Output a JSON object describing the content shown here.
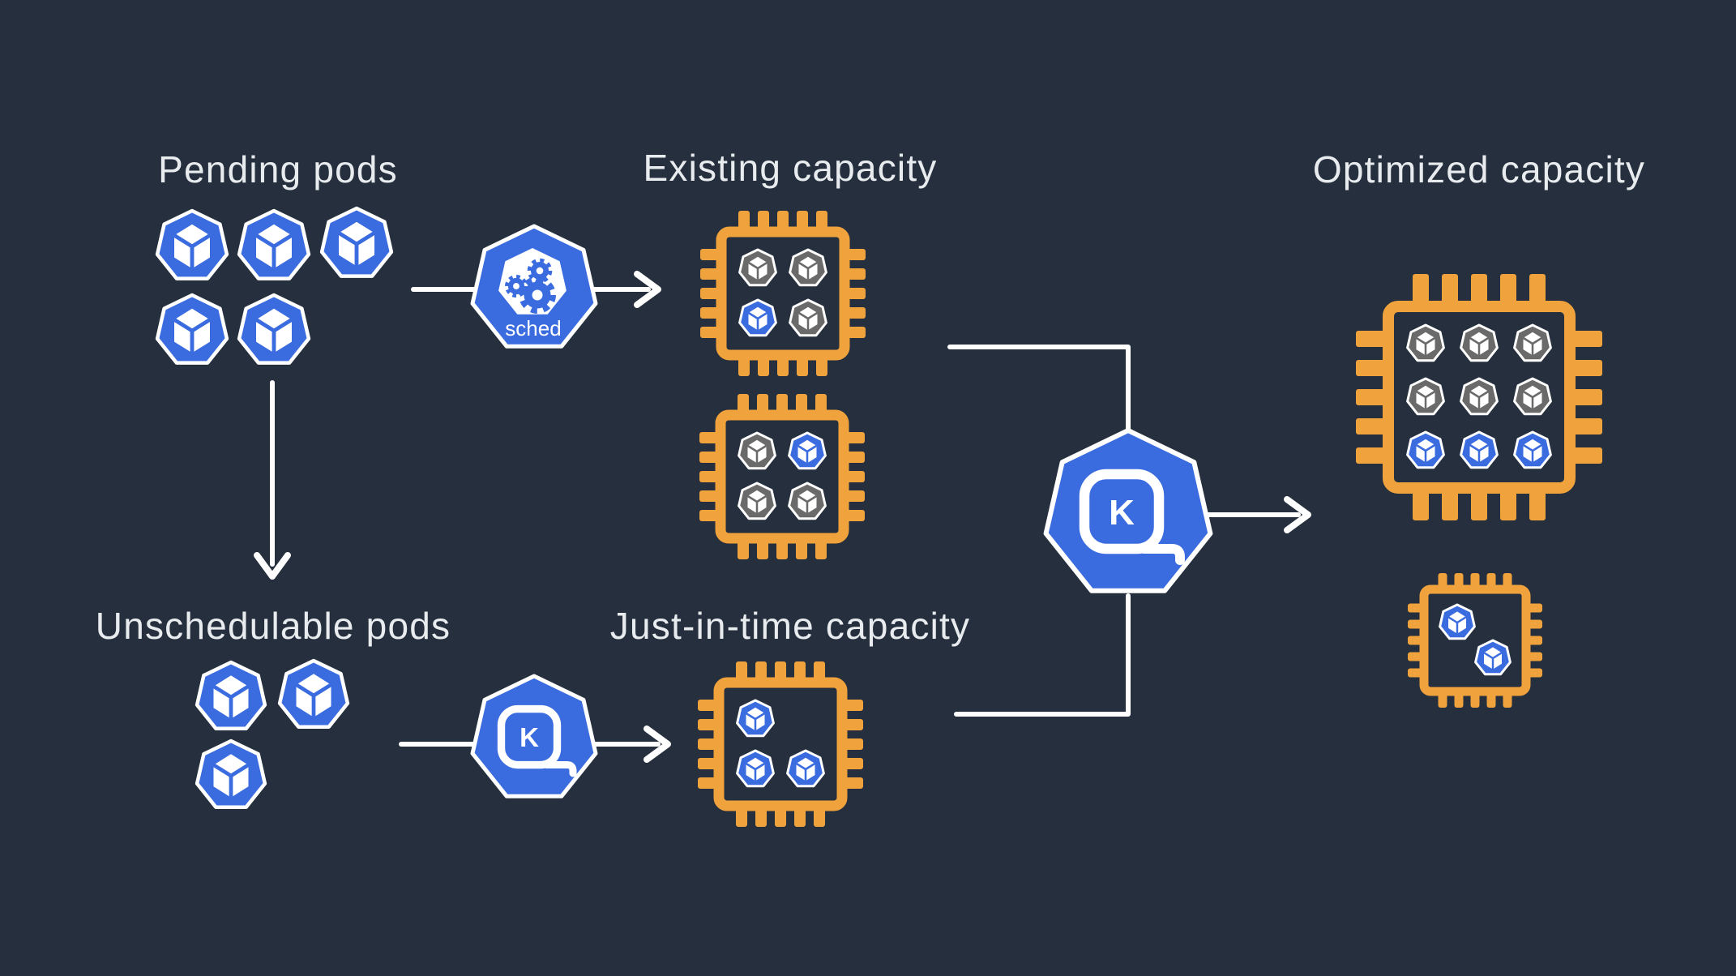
{
  "labels": {
    "pending": "Pending pods",
    "existing": "Existing capacity",
    "optimized": "Optimized capacity",
    "unschedulable": "Unschedulable pods",
    "jit": "Just-in-time capacity"
  },
  "icons": {
    "scheduler": {
      "label": "sched",
      "shape": "kubernetes-heptagon",
      "glyph": "gears"
    },
    "karpenter": {
      "letter": "K",
      "shape": "kubernetes-heptagon",
      "glyph": "tape-measure"
    }
  },
  "colors": {
    "background": "#252f3d",
    "orange": "#f0a23c",
    "blue": "#3a6ce0",
    "grey": "#6a6a6a",
    "line": "#ffffff",
    "text": "#e9ecef"
  },
  "pod_groups": {
    "pending": {
      "pod_color": "blue",
      "count": 5,
      "rows": [
        3,
        2
      ]
    },
    "unschedulable": {
      "pod_color": "blue",
      "count": 3,
      "rows": [
        2,
        1
      ]
    }
  },
  "chips": {
    "existing_1": {
      "pods": [
        [
          "grey",
          "grey"
        ],
        [
          "blue",
          "grey"
        ]
      ]
    },
    "existing_2": {
      "pods": [
        [
          "grey",
          "blue"
        ],
        [
          "grey",
          "grey"
        ]
      ]
    },
    "jit": {
      "pods": [
        [
          "blue",
          null
        ],
        [
          "blue",
          "blue"
        ]
      ]
    },
    "optimized_large": {
      "pods": [
        [
          "grey",
          "grey",
          "grey"
        ],
        [
          "grey",
          "grey",
          "grey"
        ],
        [
          "blue",
          "blue",
          "blue"
        ]
      ]
    },
    "optimized_small": {
      "pods": [
        [
          "blue",
          null
        ],
        [
          null,
          "blue"
        ]
      ]
    }
  }
}
